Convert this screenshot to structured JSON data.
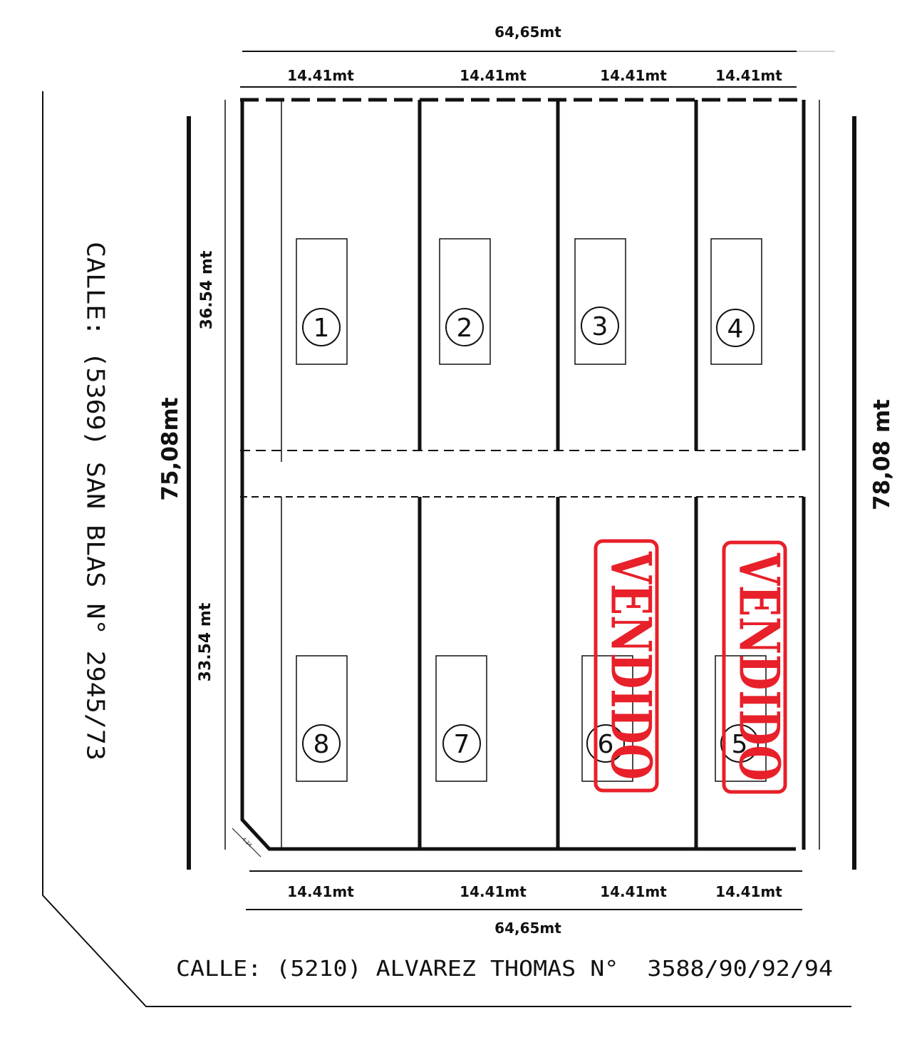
{
  "plan": {
    "top_total": "64,65mt",
    "bottom_total": "64,65mt",
    "top_widths": [
      "14.41mt",
      "14.41mt",
      "14.41mt",
      "14.41mt"
    ],
    "bottom_widths": [
      "14.41mt",
      "14.41mt",
      "14.41mt",
      "14.41mt"
    ],
    "left_total": "75,08mt",
    "right_total": "78,08 mt",
    "upper_depth": "36.54 mt",
    "lower_depth": "33.54 mt",
    "corner_chamfer": "4.24",
    "street_left": "CALLE: (5369) SAN BLAS N° 2945/73",
    "street_bottom": "CALLE: (5210) ALVAREZ THOMAS N°  3588/90/92/94",
    "lots": [
      {
        "number": "1",
        "sold": false
      },
      {
        "number": "2",
        "sold": false
      },
      {
        "number": "3",
        "sold": false
      },
      {
        "number": "4",
        "sold": false
      },
      {
        "number": "5",
        "sold": true
      },
      {
        "number": "6",
        "sold": true
      },
      {
        "number": "7",
        "sold": false
      },
      {
        "number": "8",
        "sold": false
      }
    ],
    "sold_label": "VENDIDO",
    "stamp_color": "#e8202a"
  }
}
